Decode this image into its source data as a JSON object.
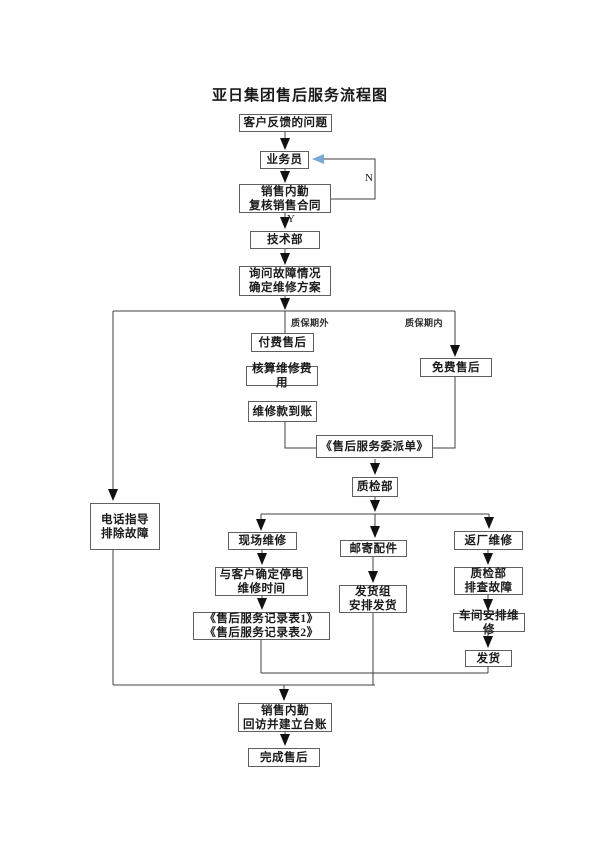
{
  "title": "亚日集团售后服务流程图",
  "labels": {
    "no": "N",
    "yes": "Y",
    "outside_warranty": "质保期外",
    "inside_warranty": "质保期内"
  },
  "nodes": {
    "customer_feedback": "客户反馈的问题",
    "salesperson": "业务员",
    "sales_backoffice_review": "销售内勤\n复核销售合同",
    "tech_dept": "技术部",
    "inquire_fault": "询问故障情况\n确定维修方案",
    "paid_service": "付费售后",
    "calc_repair_cost": "核算维修费用",
    "repair_payment_received": "维修款到账",
    "free_service": "免费售后",
    "dispatch_form": "《售后服务委派单》",
    "qc_dept": "质检部",
    "phone_guidance": "电话指导\n排除故障",
    "onsite_repair": "现场维修",
    "confirm_outage_time": "与客户确定停电\n维修时间",
    "service_record_forms": "《售后服务记录表1》\n《售后服务记录表2》",
    "mail_parts": "邮寄配件",
    "shipping_group": "发货组\n安排发货",
    "factory_repair": "返厂维修",
    "qc_troubleshoot": "质检部\n排查故障",
    "workshop_repair": "车间安排维修",
    "ship": "发货",
    "backoffice_followup": "销售内勤\n回访并建立台账",
    "complete": "完成售后"
  },
  "colors": {
    "box_border": "#606060",
    "line": "#404040",
    "arrow": "#111111",
    "loop_arrow": "#79a7d9",
    "text": "#1a1a1a",
    "background": "#ffffff"
  }
}
